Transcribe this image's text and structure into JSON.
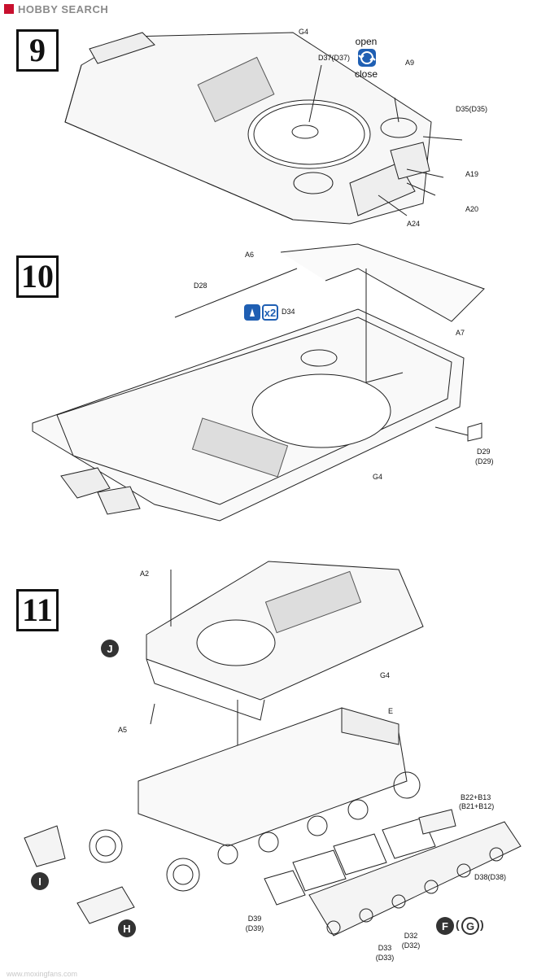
{
  "header": {
    "brand": "HOBBY SEARCH"
  },
  "steps": [
    {
      "number": "9"
    },
    {
      "number": "10"
    },
    {
      "number": "11"
    }
  ],
  "step9": {
    "open_label": "open",
    "close_label": "close",
    "parts": {
      "g4": "G4",
      "d37": "D37(D37)",
      "a9": "A9",
      "d35": "D35(D35)",
      "a19": "A19",
      "a20": "A20",
      "a24": "A24"
    }
  },
  "step10": {
    "parts": {
      "a6": "A6",
      "d28": "D28",
      "d34": "D34",
      "a7": "A7",
      "g4": "G4",
      "d29": "D29",
      "d29b": "(D29)"
    },
    "qty": "2"
  },
  "step11": {
    "parts": {
      "a2": "A2",
      "g4": "G4",
      "a5": "A5",
      "e": "E",
      "b22": "B22+B13",
      "b21": "(B21+B12)",
      "d38": "D38(D38)",
      "d39": "D39",
      "d39b": "(D39)",
      "d33": "D33",
      "d33b": "(D33)",
      "d32": "D32",
      "d32b": "(D32)"
    },
    "callouts": {
      "j": "J",
      "i": "I",
      "h": "H",
      "f": "F",
      "g": "G"
    }
  },
  "watermark": {
    "site": "www.moxingfans.com"
  }
}
